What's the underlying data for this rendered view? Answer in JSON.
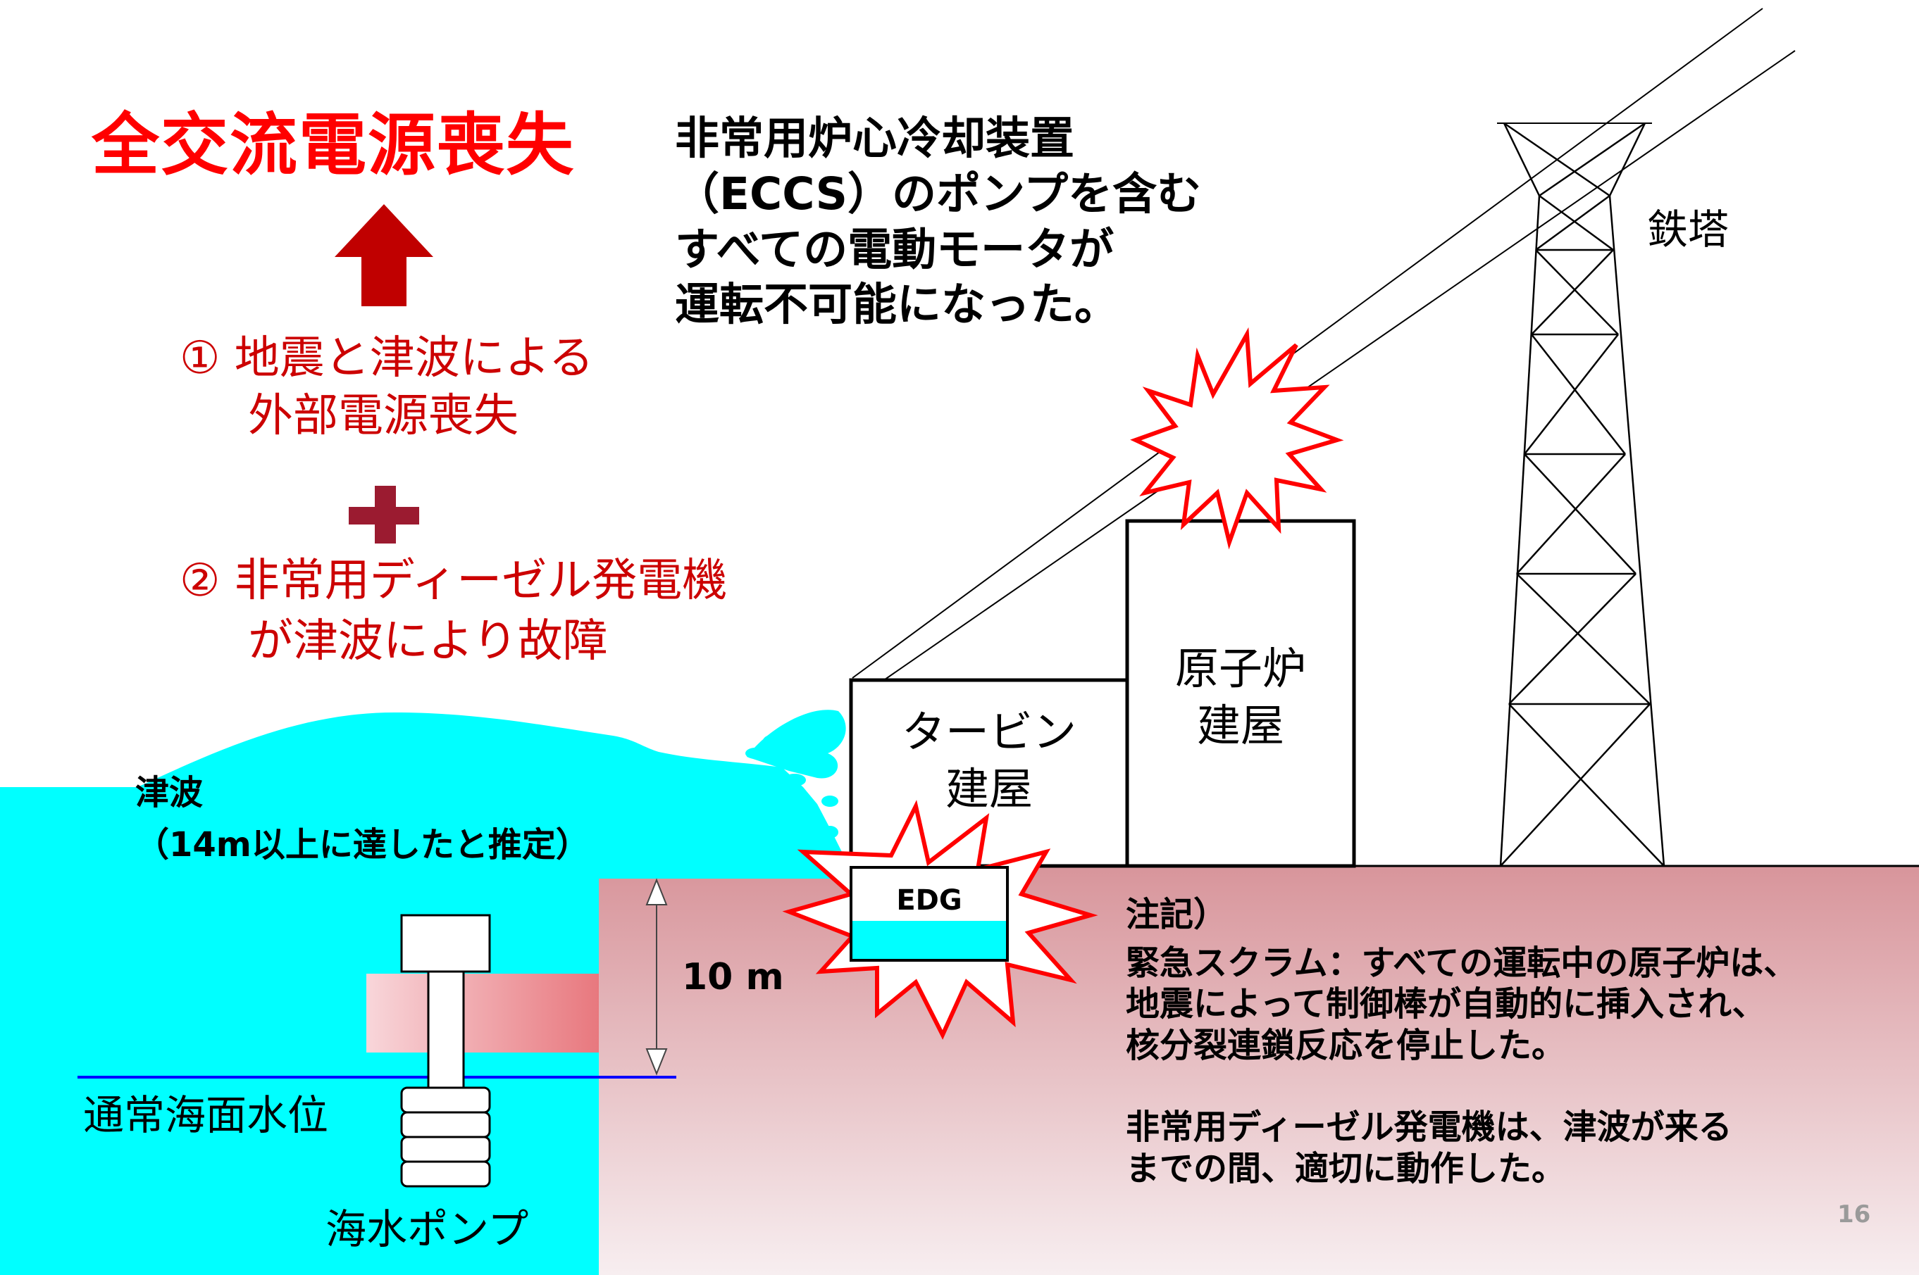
{
  "title": "全交流電源喪失",
  "cause1": {
    "line1": "① 地震と津波による",
    "line2": "外部電源喪失"
  },
  "cause2": {
    "line1": "② 非常用ディーゼル発電機",
    "line2": "が津波により故障"
  },
  "result": {
    "line1": "非常用炉心冷却装置",
    "line2": "（ECCS）のポンプを含む",
    "line3": "すべての電動モータが",
    "line4": "運転不可能になった。"
  },
  "labels": {
    "tower": "鉄塔",
    "reactor_building_line1": "原子炉",
    "reactor_building_line2": "建屋",
    "turbine_building_line1": "タービン",
    "turbine_building_line2": "建屋",
    "edg": "EDG",
    "tsunami": "津波",
    "tsunami_height": "（14m以上に達したと推定）",
    "height_10m": "10 m",
    "sea_level": "通常海面水位",
    "seawater_pump": "海水ポンプ"
  },
  "note": {
    "heading": "注記）",
    "p1_line1": "緊急スクラム：すべての運転中の原子炉は、",
    "p1_line2": "地震によって制御棒が自動的に挿入され、",
    "p1_line3": "核分裂連鎖反応を停止した。",
    "p2_line1": "非常用ディーゼル発電機は、津波が来る",
    "p2_line2": "までの間、適切に動作した。"
  },
  "page_number": "16",
  "colors": {
    "title_red": "#ff0000",
    "cause_red": "#cc0000",
    "arrow_dark_red": "#c00000",
    "plus_dark_red": "#9b1b30",
    "sea_cyan": "#00ffff",
    "ground_pink": "#d89aa0",
    "sea_level_line": "#0000ff",
    "burst_red": "#ff0000"
  }
}
